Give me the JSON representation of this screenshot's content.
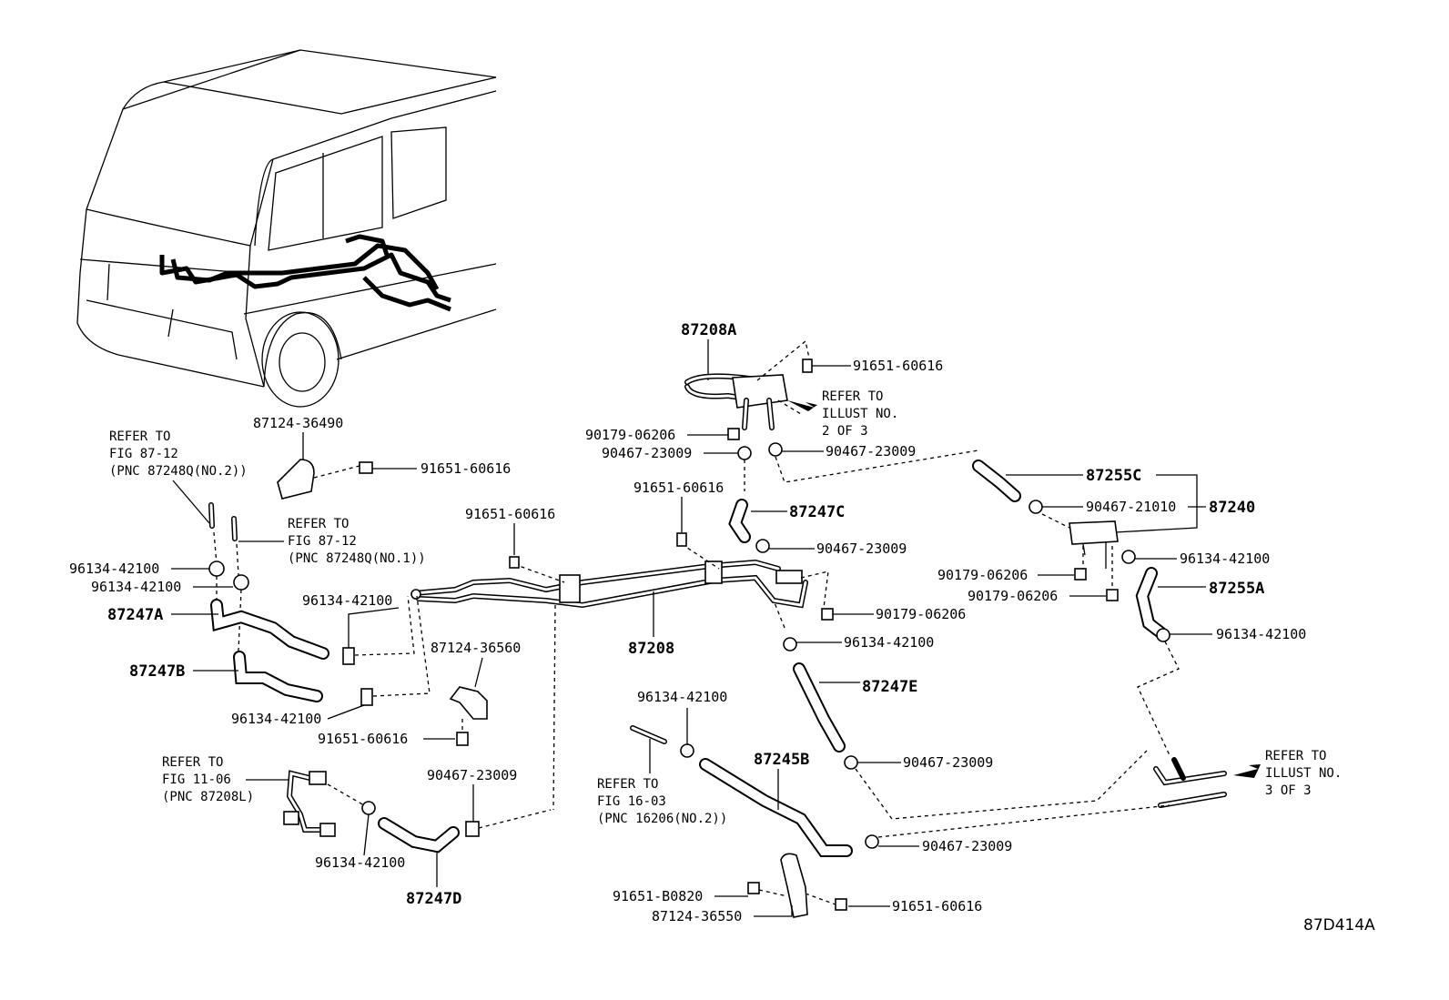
{
  "figure_code": "87D414A",
  "parts": {
    "p87208A": "87208A",
    "p87208": "87208",
    "p87247A": "87247A",
    "p87247B": "87247B",
    "p87247C": "87247C",
    "p87247D": "87247D",
    "p87247E": "87247E",
    "p87245B": "87245B",
    "p87255C": "87255C",
    "p87255A": "87255A",
    "p87240": "87240",
    "p87124_36490": "87124-36490",
    "p87124_36560": "87124-36560",
    "p87124_36550": "87124-36550",
    "p91651_60616": "91651-60616",
    "p91651_B0820": "91651-B0820",
    "p90179_06206": "90179-06206",
    "p90467_23009": "90467-23009",
    "p90467_21010": "90467-21010",
    "p96134_42100": "96134-42100"
  },
  "refs": {
    "illust2": [
      "REFER TO",
      "ILLUST NO.",
      "2 OF 3"
    ],
    "illust3": [
      "REFER TO",
      "ILLUST NO.",
      "3 OF 3"
    ],
    "fig87_12_no2": [
      "REFER TO",
      "FIG 87-12",
      "(PNC 87248Q(NO.2))"
    ],
    "fig87_12_no1": [
      "REFER TO",
      "FIG 87-12",
      "(PNC 87248Q(NO.1))"
    ],
    "fig11_06": [
      "REFER TO",
      "FIG 11-06",
      "(PNC 87208L)"
    ],
    "fig16_03": [
      "REFER TO",
      "FIG 16-03",
      "(PNC 16206(NO.2))"
    ]
  },
  "icons": [
    "van-outline",
    "hose",
    "pipe",
    "clamp",
    "bolt",
    "bracket",
    "valve",
    "arrow"
  ]
}
